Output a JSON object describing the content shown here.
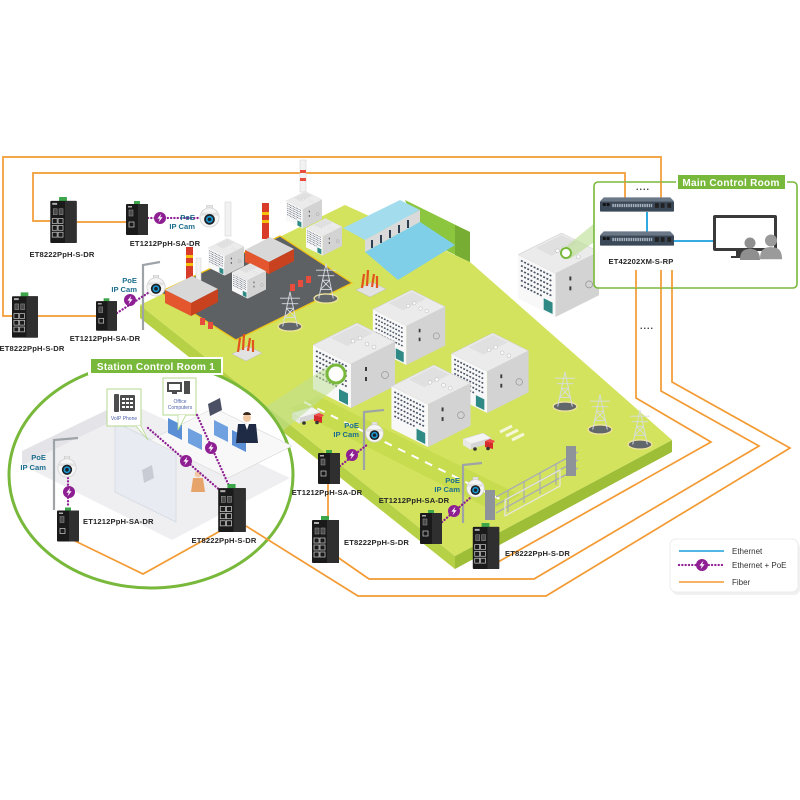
{
  "main_control_room": {
    "title": "Main Control Room",
    "core_switch_model": "ET42202XM-S-RP",
    "more_switches_indicator": "....",
    "more_links_indicator": "...."
  },
  "station_control_room": {
    "title": "Station Control Room 1",
    "voip_callout": "VoIP Phone",
    "office_callout_line1": "Office",
    "office_callout_line2": "Computers"
  },
  "switches": [
    {
      "model": "ET8222PpH-S-DR"
    },
    {
      "model": "ET1212PpH-SA-DR"
    },
    {
      "model": "ET8222PpH-S-DR"
    },
    {
      "model": "ET1212PpH-SA-DR"
    },
    {
      "model": "ET1212PpH-SA-DR"
    },
    {
      "model": "ET8222PpH-S-DR"
    },
    {
      "model": "ET1212PpH-SA-DR"
    },
    {
      "model": "ET8222PpH-S-DR"
    },
    {
      "model": "ET1212PpH-SA-DR"
    },
    {
      "model": "ET8222PpH-S-DR"
    }
  ],
  "cameras": [
    {
      "line1": "PoE",
      "line2": "IP Cam"
    },
    {
      "line1": "PoE",
      "line2": "IP Cam"
    },
    {
      "line1": "PoE",
      "line2": "IP Cam"
    },
    {
      "line1": "PoE",
      "line2": "IP Cam"
    },
    {
      "line1": "PoE",
      "line2": "IP Cam"
    }
  ],
  "legend": [
    {
      "label": "Ethernet",
      "icon": "line-icon"
    },
    {
      "label": "Ethernet + PoE",
      "icon": "lightning-bolt-icon"
    },
    {
      "label": "Fiber",
      "icon": "line-icon"
    }
  ],
  "colors": {
    "ethernet": "#1a9fdd",
    "poe": "#8e1f93",
    "fiber": "#f39a32",
    "accent_green": "#78b83a"
  }
}
